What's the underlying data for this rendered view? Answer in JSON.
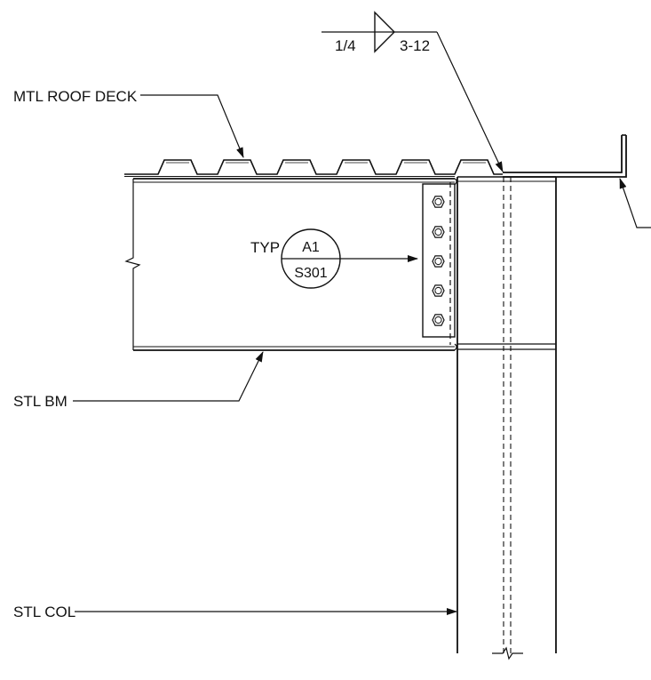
{
  "labels": {
    "roof_deck": "MTL ROOF DECK",
    "beam": "STL BM",
    "column": "STL COL",
    "typical": "TYP"
  },
  "weld_symbol": {
    "size": "1/4",
    "length_pitch": "3-12"
  },
  "detail_bubble": {
    "detail": "A1",
    "sheet": "S301"
  },
  "colors": {
    "line": "#111111",
    "background": "#ffffff"
  }
}
